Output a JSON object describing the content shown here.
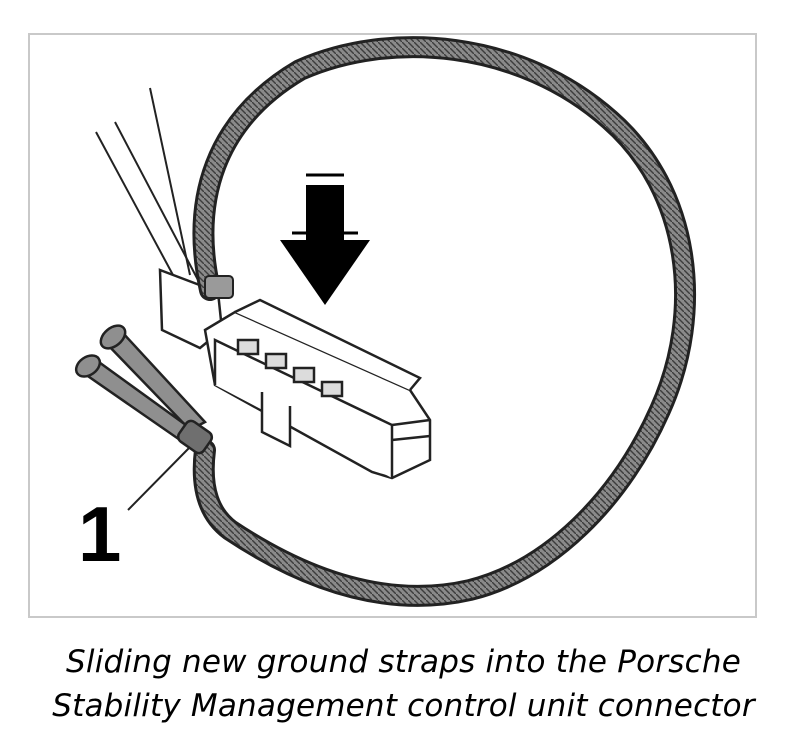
{
  "figure": {
    "callout_label": "1",
    "caption_lines": [
      "Sliding new ground straps into the Porsche",
      "Stability Management control unit connector"
    ]
  }
}
